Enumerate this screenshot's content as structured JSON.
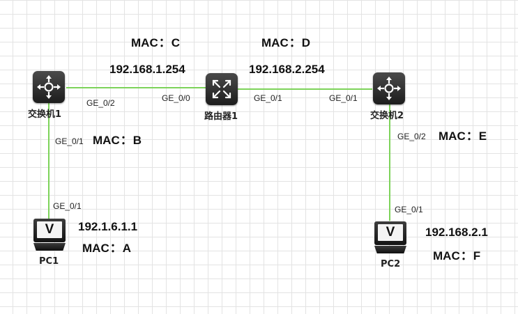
{
  "devices": {
    "switch1": {
      "label": "交换机1",
      "icon": "l3-switch-icon"
    },
    "switch2": {
      "label": "交换机2",
      "icon": "l3-switch-icon"
    },
    "router1": {
      "label": "路由器1",
      "icon": "router-icon"
    },
    "pc1": {
      "label": "PC1",
      "icon": "pc-monitor-icon",
      "screen_glyph": "V"
    },
    "pc2": {
      "label": "PC2",
      "icon": "pc-monitor-icon",
      "screen_glyph": "V"
    }
  },
  "ports": {
    "switch1_to_router": "GE_0/2",
    "router_to_switch1": "GE_0/0",
    "router_to_switch2": "GE_0/1",
    "switch2_to_router": "GE_0/1",
    "switch1_to_pc1": "GE_0/1",
    "pc1_to_switch1": "GE_0/1",
    "switch2_to_pc2": "GE_0/2",
    "pc2_to_switch2": "GE_0/1"
  },
  "addresses": {
    "router_ge00_ip": "192.168.1.254",
    "router_ge01_ip": "192.168.2.254",
    "pc1_ip": "192.1.6.1.1",
    "pc2_ip": "192.168.2.1"
  },
  "mac": {
    "prefix": "MAC",
    "separator": "：",
    "a": "A",
    "b": "B",
    "c": "C",
    "d": "D",
    "e": "E",
    "f": "F"
  },
  "colors": {
    "link": "#7dd35a",
    "grid": "#e3e3e3",
    "device": "#2b2b2b"
  }
}
